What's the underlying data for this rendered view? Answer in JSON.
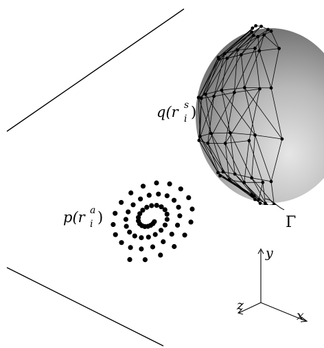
{
  "labels": {
    "pressure": "p(r",
    "pressure_sub": "i",
    "pressure_sup": "a",
    "pressure_close": ")",
    "source": "q(r",
    "source_sub": "i",
    "source_sup": "s",
    "source_close": ")",
    "boundary": "Γ",
    "axis_x": "x",
    "axis_y": "y",
    "axis_z": "z"
  },
  "colors": {
    "ink": "#000000",
    "sphere_light": "#e6e6e6",
    "sphere_mid": "#a9a9a9",
    "sphere_dark": "#5a5a5a"
  },
  "spiral_array": {
    "turns": 3.2,
    "points": 60
  },
  "mesh": {
    "rings": 5,
    "nodes_per_ring": 9
  }
}
